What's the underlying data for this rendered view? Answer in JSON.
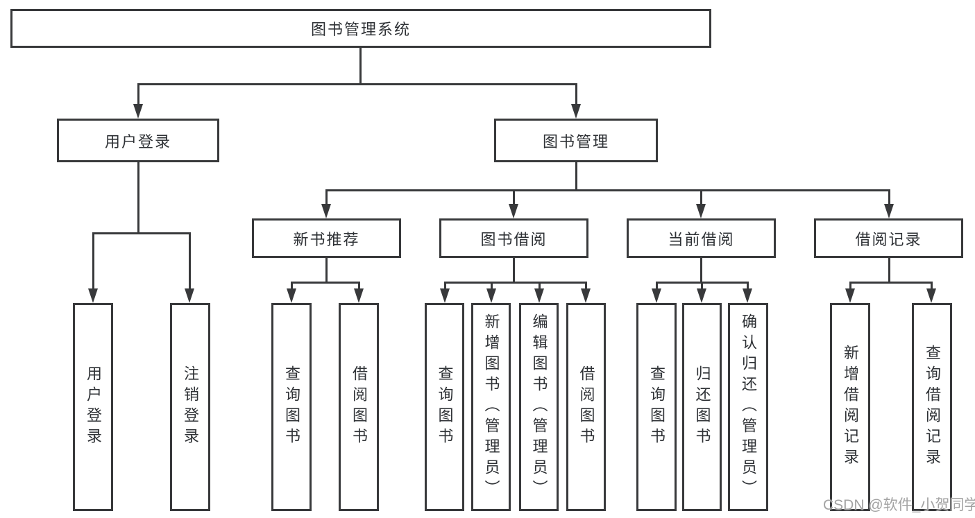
{
  "diagram_type": "hierarchy-tree",
  "colors": {
    "line": "#38393b",
    "text": "#2e3135",
    "background": "#ffffff",
    "watermark": "#a3a3a3"
  },
  "tree": {
    "label": "图书管理系统",
    "children": [
      {
        "label": "用户登录",
        "children": [
          {
            "label": "用户登录"
          },
          {
            "label": "注销登录"
          }
        ]
      },
      {
        "label": "图书管理",
        "children": [
          {
            "label": "新书推荐",
            "children": [
              {
                "label": "查询图书"
              },
              {
                "label": "借阅图书"
              }
            ]
          },
          {
            "label": "图书借阅",
            "children": [
              {
                "label": "查询图书"
              },
              {
                "label": "新增图书（管理员）"
              },
              {
                "label": "编辑图书（管理员）"
              },
              {
                "label": "借阅图书"
              }
            ]
          },
          {
            "label": "当前借阅",
            "children": [
              {
                "label": "查询图书"
              },
              {
                "label": "归还图书"
              },
              {
                "label": "确认归还（管理员）"
              }
            ]
          },
          {
            "label": "借阅记录",
            "children": [
              {
                "label": "新增借阅记录"
              },
              {
                "label": "查询借阅记录"
              }
            ]
          }
        ]
      }
    ]
  },
  "watermark": {
    "text": "CSDN @软件_小贺同学"
  }
}
